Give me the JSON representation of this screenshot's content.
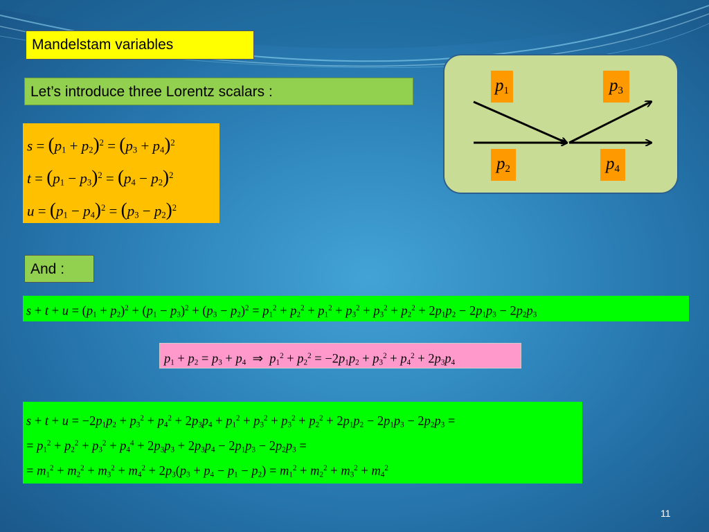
{
  "slide": {
    "title": "Mandelstam variables",
    "intro": "Let’s introduce three Lorentz scalars :",
    "and_label": "And :",
    "page_number": "11"
  },
  "diagram": {
    "labels": [
      "p1",
      "p2",
      "p3",
      "p4"
    ],
    "label_color": "#ff9900",
    "background": "#c8dc96"
  },
  "colors": {
    "title_bg": "#ffff00",
    "intro_bg": "#92d050",
    "scalars_bg": "#ffc000",
    "sum_bg": "#00ff00",
    "momentum_bg": "#ff99cc"
  }
}
